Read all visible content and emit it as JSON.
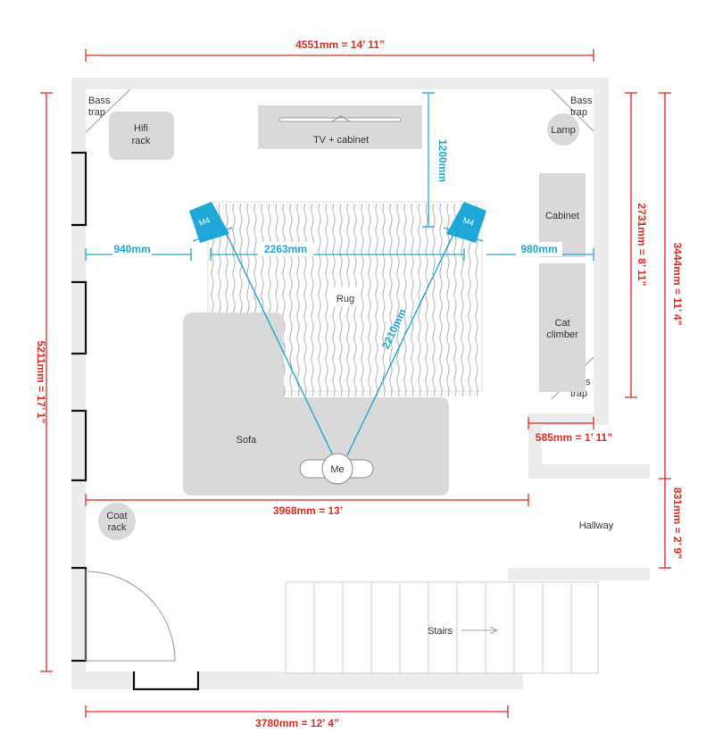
{
  "colors": {
    "wall": "#ececec",
    "furniture": "#d9d9d9",
    "red_dimension": "#e02b20",
    "blue_dimension": "#1fa7d8",
    "outline": "#111111"
  },
  "labels": {
    "bass_trap": "Bass trap",
    "hifi_rack": "Hifi rack",
    "tv_cabinet": "TV + cabinet",
    "lamp": "Lamp",
    "cabinet": "Cabinet",
    "cat_climber": "Cat climber",
    "rug": "Rug",
    "sofa": "Sofa",
    "me": "Me",
    "coat_rack": "Coat rack",
    "hallway": "Hallway",
    "stairs": "Stairs",
    "speaker": "M4"
  },
  "dimensions": {
    "top_width": "4551mm = 14’ 11”",
    "left_height": "5211mm = 17’ 1”",
    "right_inner": "2731mm = 8’ 11”",
    "right_outer": "3444mm = 11’ 4”",
    "hallway_height": "831mm = 2’ 9”",
    "alcove_width": "585mm = 1’ 11”",
    "room_width": "3968mm = 13’",
    "bottom_width": "3780mm = 12’ 4”",
    "speaker_left": "940mm",
    "speaker_spacing": "2263mm",
    "speaker_right": "980mm",
    "speaker_wall": "1200mm",
    "listening_distance": "2210mm"
  }
}
